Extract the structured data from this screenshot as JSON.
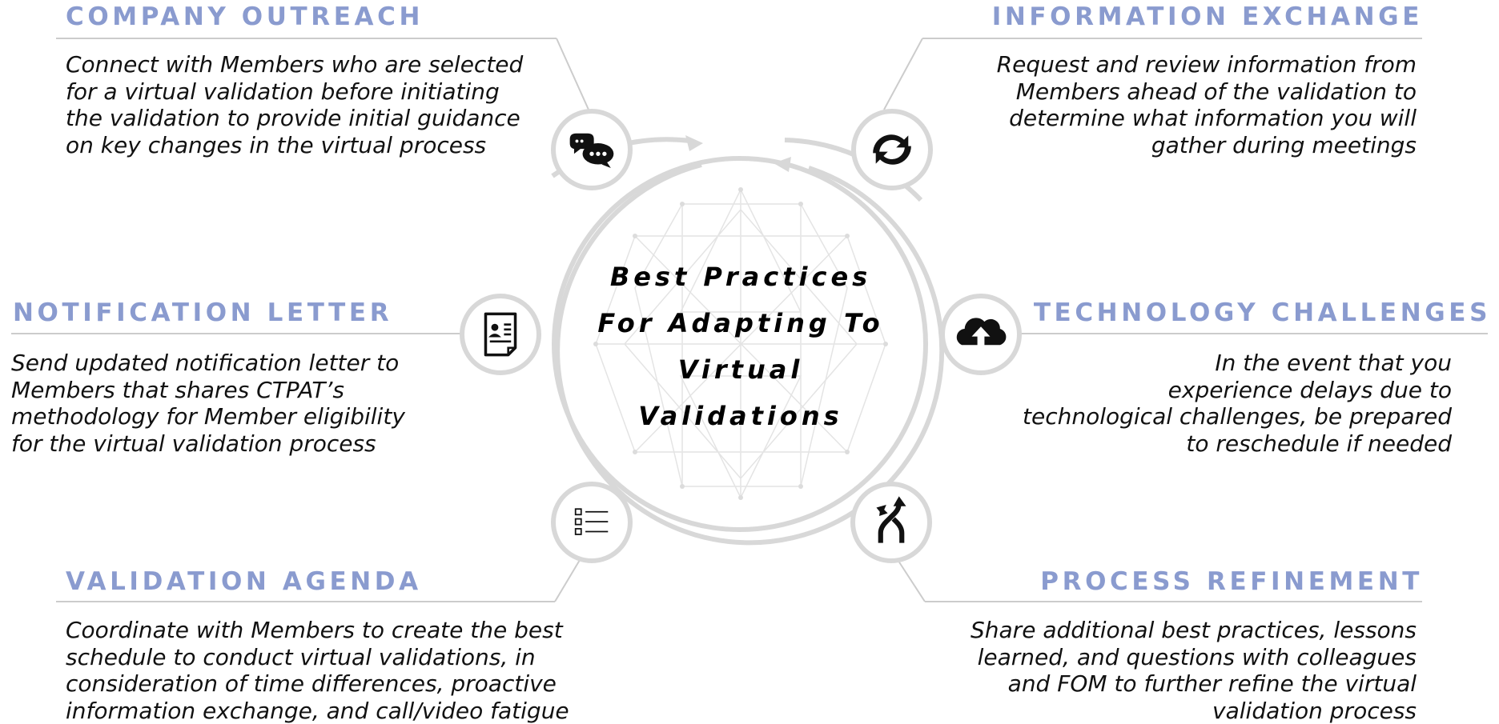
{
  "center": {
    "title_lines": [
      "Best Practices",
      "For Adapting To",
      "Virtual",
      "Validations"
    ]
  },
  "sections": {
    "company_outreach": {
      "title": "COMPANY OUTREACH",
      "lines": [
        "Connect with Members who are selected",
        "for a virtual validation before initiating",
        "the validation to provide initial guidance",
        "on key changes in the virtual process"
      ],
      "icon": "chat-bubbles-icon"
    },
    "information_exchange": {
      "title": "INFORMATION EXCHANGE",
      "lines": [
        "Request and review information from",
        "Members ahead of the validation to",
        "determine what information you will",
        "gather during meetings"
      ],
      "icon": "sync-arrows-icon"
    },
    "notification_letter": {
      "title": "NOTIFICATION LETTER",
      "lines": [
        "Send updated notification letter to",
        "Members that shares CTPAT’s",
        "methodology for Member eligibility",
        "for the virtual validation process"
      ],
      "icon": "contact-document-icon"
    },
    "technology_challenges": {
      "title": "TECHNOLOGY CHALLENGES",
      "lines": [
        "In the event that you",
        "experience delays due to",
        "technological challenges, be prepared",
        "to reschedule if needed"
      ],
      "icon": "cloud-upload-icon"
    },
    "validation_agenda": {
      "title": "VALIDATION AGENDA",
      "lines": [
        "Coordinate with Members to create the best",
        "schedule to conduct virtual validations, in",
        "consideration of time differences, proactive",
        "information exchange, and call/video fatigue"
      ],
      "icon": "checklist-icon"
    },
    "process_refinement": {
      "title": "PROCESS REFINEMENT",
      "lines": [
        "Share additional best practices, lessons",
        "learned, and questions with colleagues",
        "and FOM to further refine the virtual",
        "validation process"
      ],
      "icon": "crossing-arrows-icon"
    }
  },
  "colors": {
    "heading": "#8a9bcf",
    "text": "#111111",
    "ring": "#d8d8d8",
    "divider": "#cccccc",
    "icon": "#111111"
  }
}
